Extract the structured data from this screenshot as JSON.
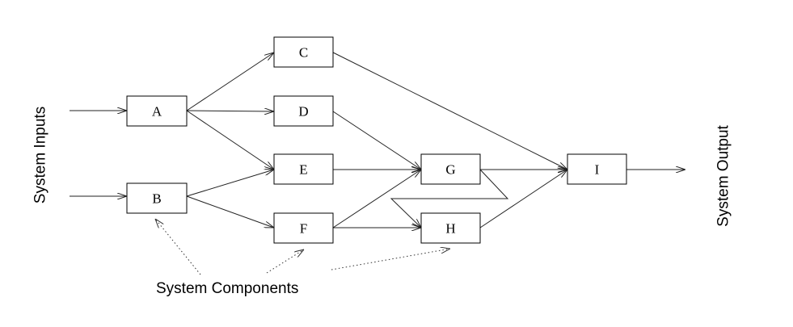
{
  "labels": {
    "inputs": "System Inputs",
    "output": "System Output",
    "components": "System Components"
  },
  "nodes": [
    {
      "id": "A",
      "label": "A"
    },
    {
      "id": "B",
      "label": "B"
    },
    {
      "id": "C",
      "label": "C"
    },
    {
      "id": "D",
      "label": "D"
    },
    {
      "id": "E",
      "label": "E"
    },
    {
      "id": "F",
      "label": "F"
    },
    {
      "id": "G",
      "label": "G"
    },
    {
      "id": "H",
      "label": "H"
    },
    {
      "id": "I",
      "label": "I"
    }
  ],
  "edges": [
    {
      "from": "input",
      "to": "A"
    },
    {
      "from": "input",
      "to": "B"
    },
    {
      "from": "A",
      "to": "C"
    },
    {
      "from": "A",
      "to": "D"
    },
    {
      "from": "A",
      "to": "E"
    },
    {
      "from": "B",
      "to": "E"
    },
    {
      "from": "B",
      "to": "F"
    },
    {
      "from": "C",
      "to": "I"
    },
    {
      "from": "D",
      "to": "G"
    },
    {
      "from": "E",
      "to": "G"
    },
    {
      "from": "F",
      "to": "G"
    },
    {
      "from": "F",
      "to": "H"
    },
    {
      "from": "G",
      "to": "I"
    },
    {
      "from": "G",
      "to": "H"
    },
    {
      "from": "H",
      "to": "I"
    },
    {
      "from": "I",
      "to": "output"
    }
  ]
}
